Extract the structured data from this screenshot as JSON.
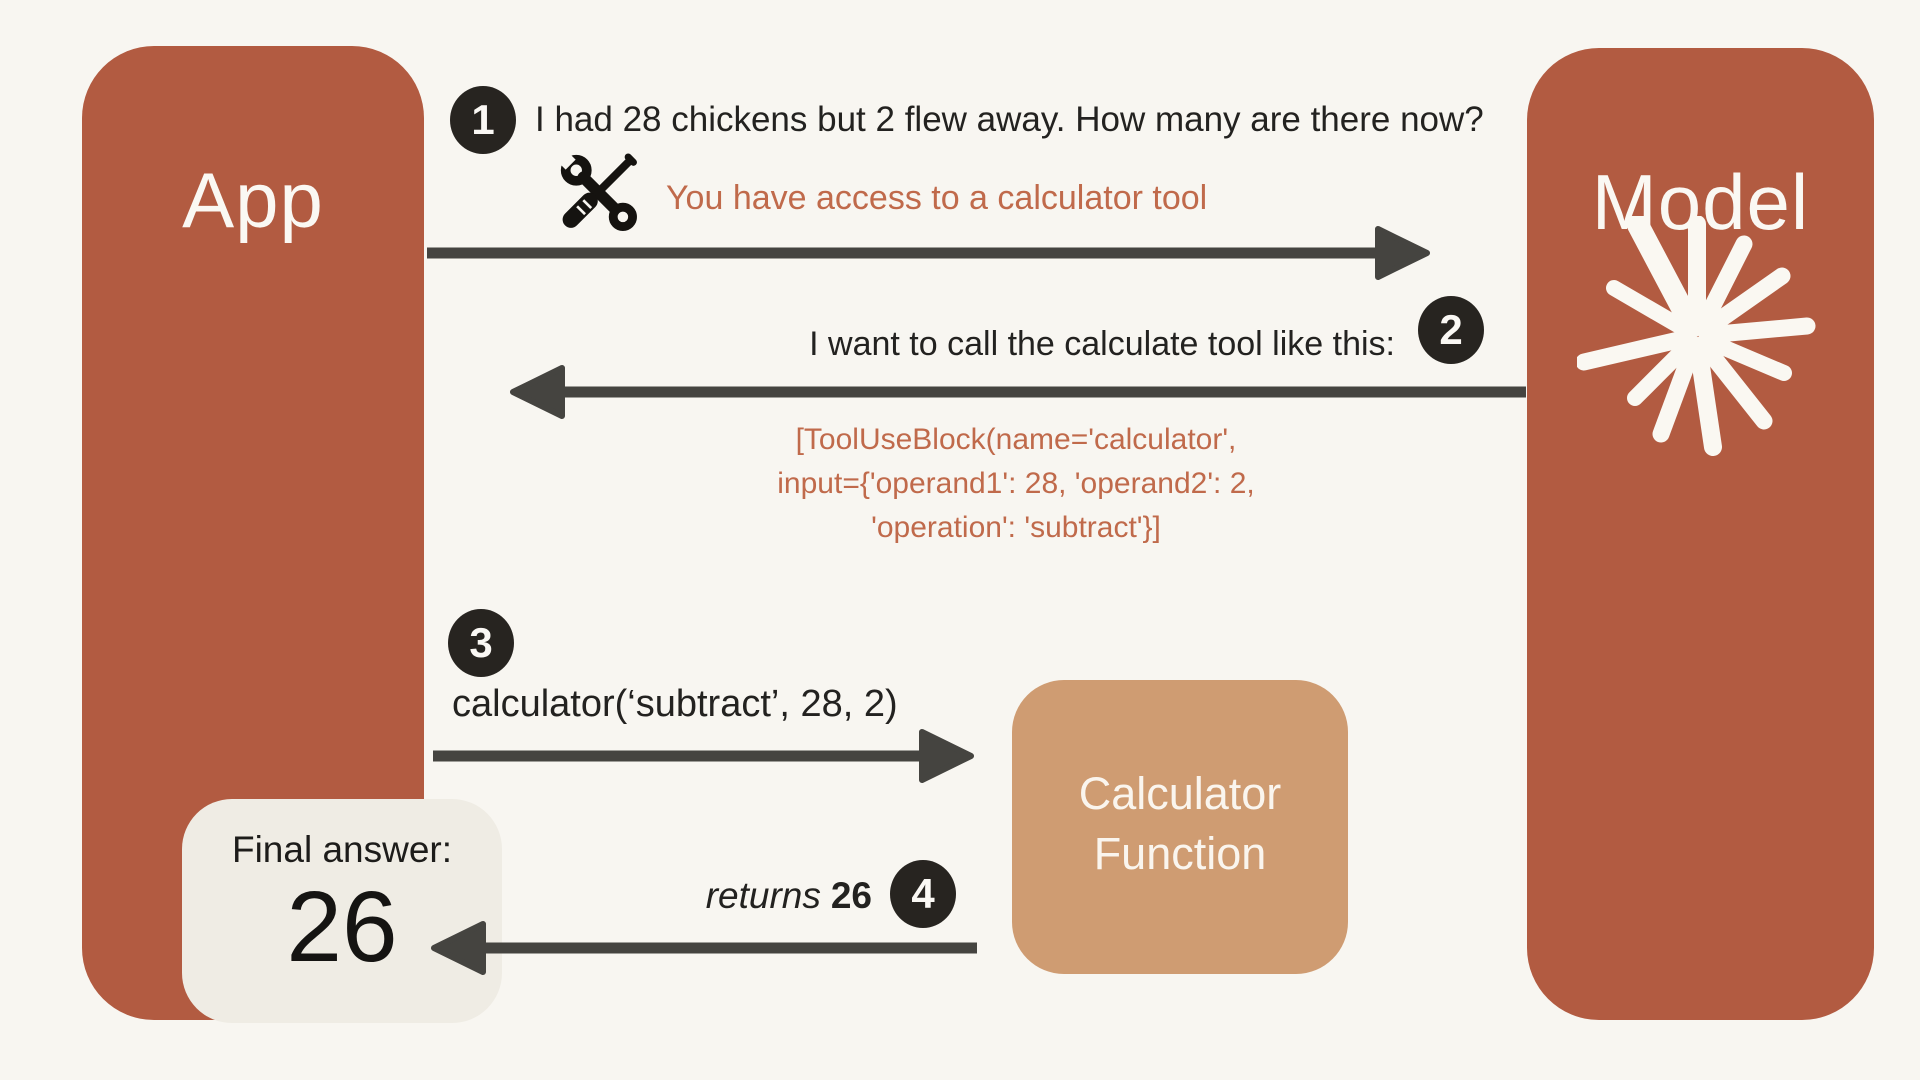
{
  "app_box": {
    "label": "App"
  },
  "model_box": {
    "label": "Model"
  },
  "calculator_box": {
    "line1": "Calculator",
    "line2": "Function"
  },
  "final_answer": {
    "label": "Final answer:",
    "value": "26"
  },
  "steps": {
    "step1": {
      "number": "1",
      "user_message": "I had 28 chickens but 2 flew away. How many are there now?",
      "system_note": "You have access to a calculator tool"
    },
    "step2": {
      "number": "2",
      "model_message": "I want to call the calculate tool like this:",
      "code_lines": [
        "[ToolUseBlock(name='calculator',",
        "input={'operand1': 28, 'operand2': 2,",
        "'operation': 'subtract'}]"
      ]
    },
    "step3": {
      "number": "3",
      "call": "calculator(‘subtract’, 28, 2)"
    },
    "step4": {
      "number": "4",
      "returns_label": "returns",
      "value": "26"
    }
  },
  "icons": {
    "tools": "wrench-screwdriver-icon",
    "model_logo": "claude-starburst-icon"
  },
  "colors": {
    "background": "#f8f6f1",
    "rust": "#b25b41",
    "tan": "#cf9c72",
    "cream_box": "#efece4",
    "badge": "#272420",
    "arrow": "#454440",
    "accent_text": "#c06a4b",
    "dark_text": "#232220",
    "light_text": "#faf8f3"
  }
}
